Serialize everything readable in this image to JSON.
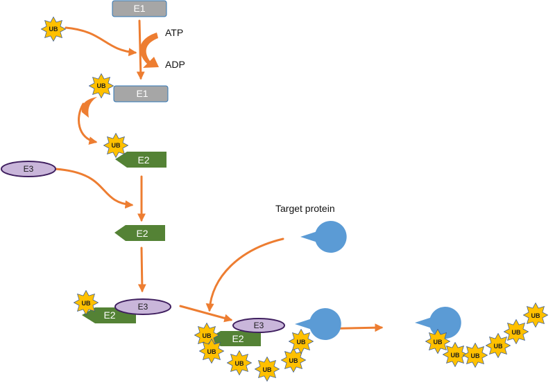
{
  "labels": {
    "e1": "E1",
    "e2": "E2",
    "e3": "E3",
    "ub": "UB",
    "atp": "ATP",
    "adp": "ADP",
    "target_protein": "Target protein"
  },
  "colors": {
    "arrow": "#ED7D31",
    "ubiquitin_fill": "#FFC000",
    "ubiquitin_stroke": "#2F5597",
    "e1_fill": "#A6A6A6",
    "e2_fill": "#548235",
    "e3_fill": "#C9B6DA",
    "e3_stroke": "#3F1F5F",
    "target_protein": "#5B9BD5"
  },
  "icons": [
    "ubiquitin-star",
    "e1-enzyme-box",
    "e2-enzyme-arrow",
    "e3-enzyme-ellipse",
    "target-protein-pacman"
  ]
}
